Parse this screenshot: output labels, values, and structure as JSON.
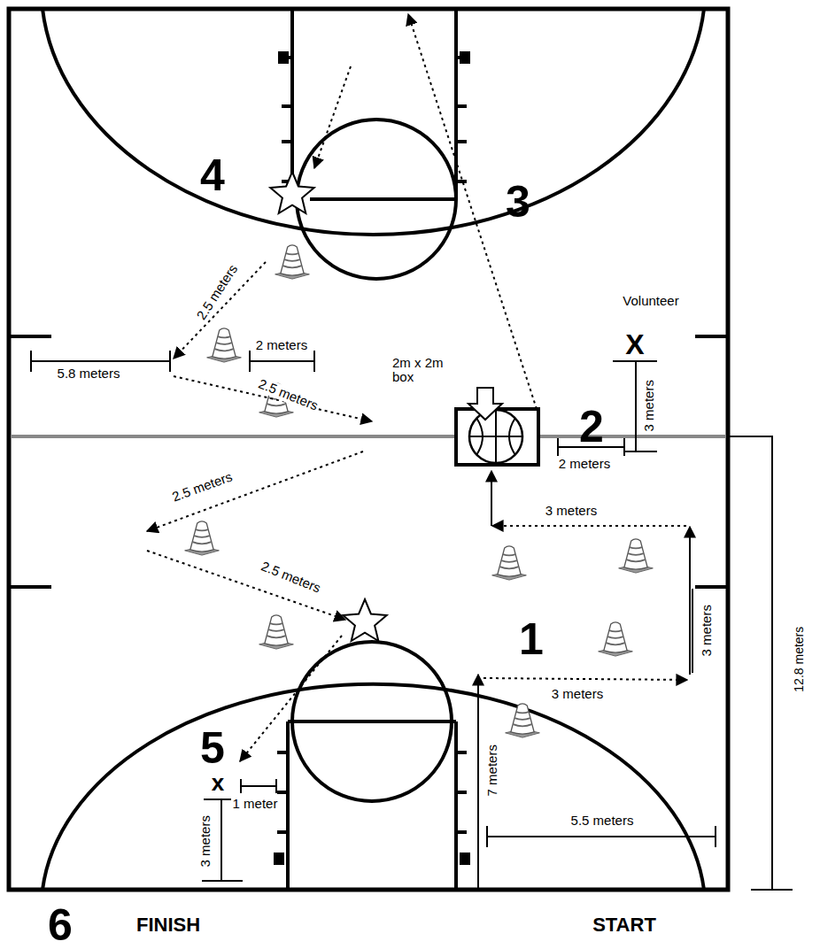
{
  "diagram": {
    "labels": [
      "4",
      "3",
      "Volunteer",
      "X",
      "2.5 meters",
      "2 meters",
      "2m x 2m box",
      "5.8 meters",
      "2.5 meters",
      "2",
      "3 meters",
      "2 meters",
      "3 meters",
      "2.5 meters",
      "12.8 meters",
      "2.5 meters",
      "3 meters",
      "1",
      "3 meters",
      "5",
      "x",
      "1 meter",
      "7 meters",
      "3 meters",
      "5.5 meters",
      "6",
      "FINISH",
      "START"
    ]
  }
}
